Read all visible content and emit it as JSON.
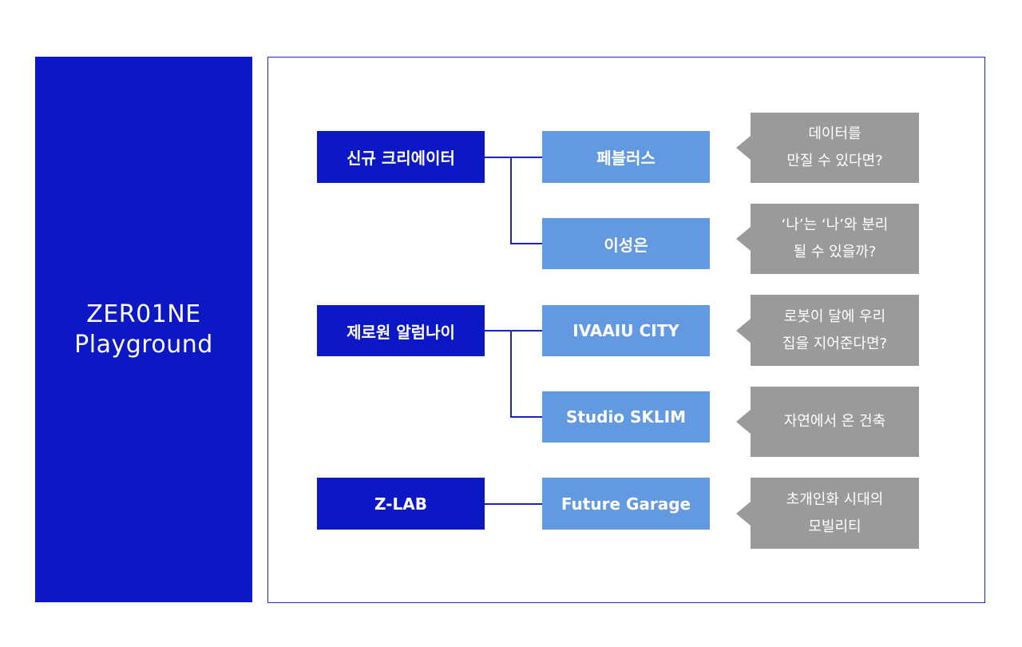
{
  "brand": {
    "line1": "ZER01NE",
    "line2": "Playground"
  },
  "colors": {
    "group": "#0c17c6",
    "sub": "#6399e0",
    "callout": "#9a9a9a"
  },
  "groups": [
    {
      "label": "신규 크리에이터",
      "items": [
        {
          "label": "페블러스",
          "note": "데이터를\n만질 수 있다면?"
        },
        {
          "label": "이성은",
          "note": "‘나’는 ‘나’와 분리\n될 수 있을까?"
        }
      ]
    },
    {
      "label": "제로원 알럼나이",
      "items": [
        {
          "label": "IVAAIU CITY",
          "note": "로봇이 달에 우리\n집을 지어준다면?"
        },
        {
          "label": "Studio SKLIM",
          "note": "자연에서 온 건축"
        }
      ]
    },
    {
      "label": "Z-LAB",
      "items": [
        {
          "label": "Future Garage",
          "note": "초개인화 시대의\n모빌리티"
        }
      ]
    }
  ]
}
